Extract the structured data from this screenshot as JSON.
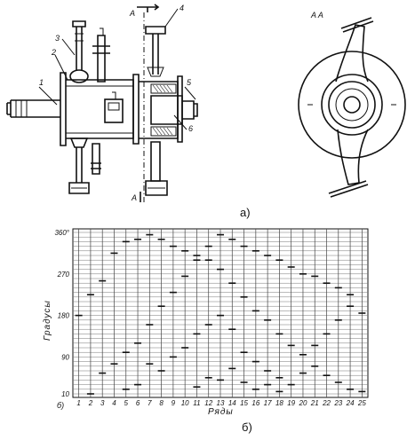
{
  "figure_a": {
    "section_label": "A",
    "section_view_title": "A A",
    "callouts": [
      "1",
      "2",
      "3",
      "4",
      "5",
      "6"
    ],
    "caption": "а)"
  },
  "figure_b": {
    "caption": "б)",
    "corner_letter": "б)",
    "ylabel": "Градусы",
    "xlabel": "Ряды",
    "y_ticks": [
      "10",
      "90",
      "180",
      "270",
      "360°"
    ],
    "x_ticks": [
      "1",
      "2",
      "3",
      "4",
      "5",
      "6",
      "7",
      "8",
      "9",
      "10",
      "11",
      "12",
      "13",
      "14",
      "15",
      "16",
      "17",
      "18",
      "19",
      "20",
      "21",
      "22",
      "23",
      "24",
      "25"
    ]
  },
  "chart_data": {
    "type": "scatter",
    "xlabel": "Ряды",
    "ylabel": "Градусы",
    "ylim": [
      10,
      360
    ],
    "x_ticks": [
      1,
      2,
      3,
      4,
      5,
      6,
      7,
      8,
      9,
      10,
      11,
      12,
      13,
      14,
      15,
      16,
      17,
      18,
      19,
      20,
      21,
      22,
      23,
      24,
      25
    ],
    "y_ticks": [
      10,
      90,
      180,
      270,
      360
    ],
    "grid": true,
    "points": [
      {
        "x": 1,
        "y": 180
      },
      {
        "x": 2,
        "y": 225
      },
      {
        "x": 3,
        "y": 255
      },
      {
        "x": 4,
        "y": 315
      },
      {
        "x": 5,
        "y": 340
      },
      {
        "x": 6,
        "y": 345
      },
      {
        "x": 7,
        "y": 355
      },
      {
        "x": 8,
        "y": 345
      },
      {
        "x": 9,
        "y": 330
      },
      {
        "x": 10,
        "y": 320
      },
      {
        "x": 11,
        "y": 310
      },
      {
        "x": 12,
        "y": 330
      },
      {
        "x": 13,
        "y": 355
      },
      {
        "x": 14,
        "y": 345
      },
      {
        "x": 15,
        "y": 330
      },
      {
        "x": 16,
        "y": 320
      },
      {
        "x": 17,
        "y": 310
      },
      {
        "x": 18,
        "y": 300
      },
      {
        "x": 19,
        "y": 285
      },
      {
        "x": 20,
        "y": 270
      },
      {
        "x": 21,
        "y": 265
      },
      {
        "x": 22,
        "y": 250
      },
      {
        "x": 23,
        "y": 240
      },
      {
        "x": 24,
        "y": 225
      },
      {
        "x": 25,
        "y": 185
      },
      {
        "x": 2,
        "y": 10
      },
      {
        "x": 3,
        "y": 55
      },
      {
        "x": 4,
        "y": 75
      },
      {
        "x": 5,
        "y": 100
      },
      {
        "x": 6,
        "y": 120
      },
      {
        "x": 7,
        "y": 160
      },
      {
        "x": 8,
        "y": 200
      },
      {
        "x": 9,
        "y": 230
      },
      {
        "x": 10,
        "y": 265
      },
      {
        "x": 11,
        "y": 300
      },
      {
        "x": 12,
        "y": 300
      },
      {
        "x": 13,
        "y": 280
      },
      {
        "x": 14,
        "y": 250
      },
      {
        "x": 15,
        "y": 220
      },
      {
        "x": 16,
        "y": 190
      },
      {
        "x": 17,
        "y": 170
      },
      {
        "x": 18,
        "y": 140
      },
      {
        "x": 19,
        "y": 115
      },
      {
        "x": 20,
        "y": 95
      },
      {
        "x": 21,
        "y": 115
      },
      {
        "x": 22,
        "y": 140
      },
      {
        "x": 23,
        "y": 170
      },
      {
        "x": 24,
        "y": 200
      },
      {
        "x": 8,
        "y": 60
      },
      {
        "x": 9,
        "y": 90
      },
      {
        "x": 10,
        "y": 110
      },
      {
        "x": 11,
        "y": 140
      },
      {
        "x": 12,
        "y": 160
      },
      {
        "x": 13,
        "y": 180
      },
      {
        "x": 14,
        "y": 150
      },
      {
        "x": 15,
        "y": 100
      },
      {
        "x": 16,
        "y": 80
      },
      {
        "x": 17,
        "y": 60
      },
      {
        "x": 18,
        "y": 45
      },
      {
        "x": 19,
        "y": 30
      },
      {
        "x": 20,
        "y": 55
      },
      {
        "x": 21,
        "y": 70
      },
      {
        "x": 22,
        "y": 50
      },
      {
        "x": 23,
        "y": 35
      },
      {
        "x": 24,
        "y": 20
      },
      {
        "x": 25,
        "y": 15
      },
      {
        "x": 11,
        "y": 25
      },
      {
        "x": 12,
        "y": 45
      },
      {
        "x": 13,
        "y": 40
      },
      {
        "x": 14,
        "y": 65
      },
      {
        "x": 15,
        "y": 35
      },
      {
        "x": 16,
        "y": 20
      },
      {
        "x": 17,
        "y": 30
      },
      {
        "x": 18,
        "y": 15
      },
      {
        "x": 6,
        "y": 30
      },
      {
        "x": 7,
        "y": 75
      },
      {
        "x": 5,
        "y": 20
      }
    ]
  }
}
